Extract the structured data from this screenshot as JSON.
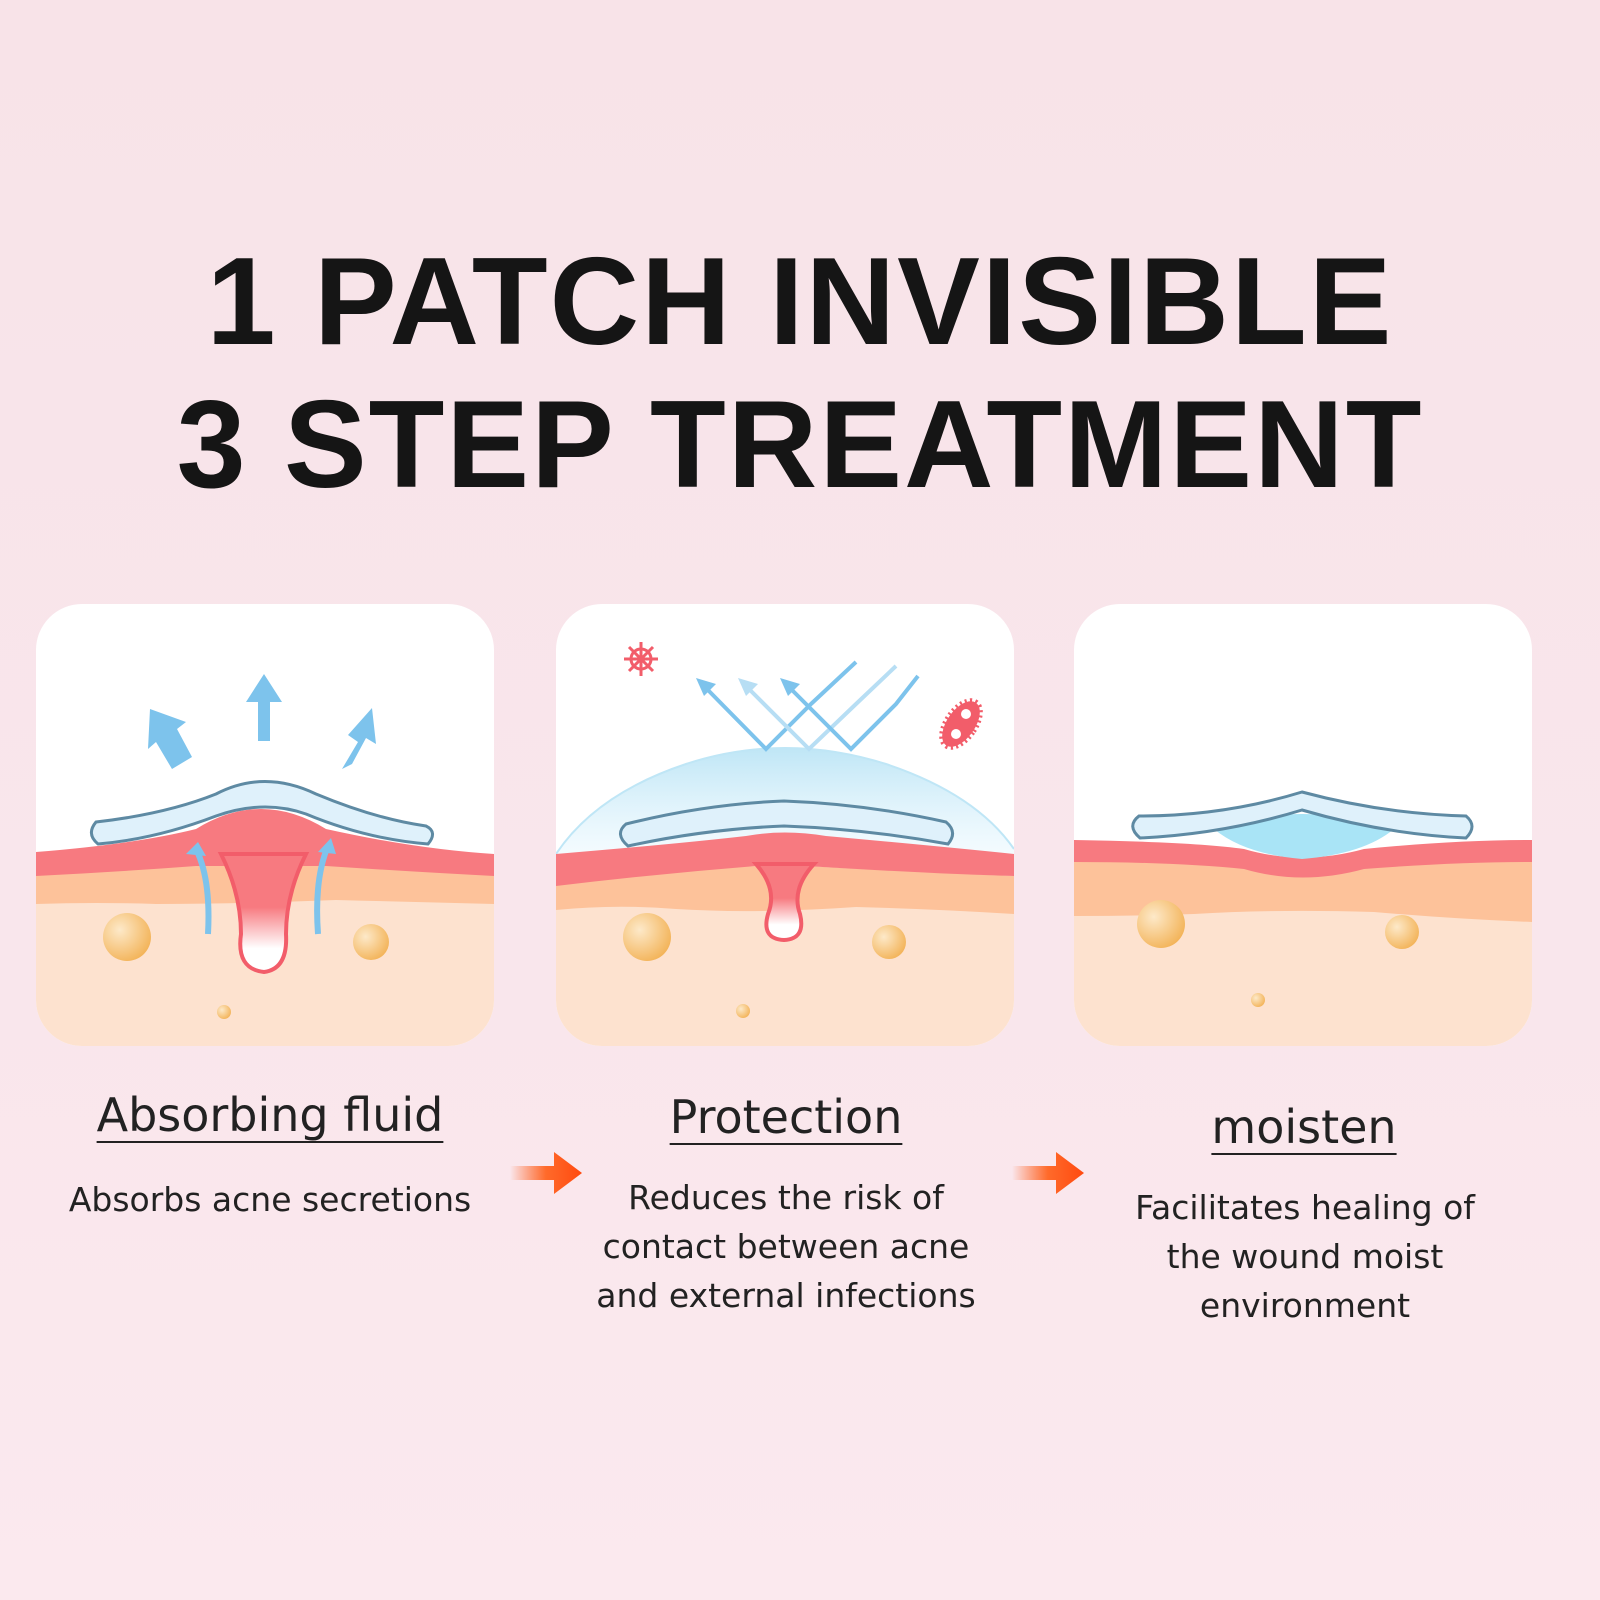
{
  "title": {
    "line1": "1 PATCH INVISIBLE",
    "line2": "3 STEP TREATMENT"
  },
  "steps": [
    {
      "label": "Absorbing fluid",
      "description": "Absorbs acne secretions",
      "icon": "absorbing-fluid-illustration"
    },
    {
      "label": "Protection",
      "description": "Reduces the risk of contact between acne and external infections",
      "icon": "protection-illustration"
    },
    {
      "label": "moisten",
      "description": "Facilitates healing of the wound moist environment",
      "icon": "moisten-illustration"
    }
  ],
  "colors": {
    "background": "#f9e4ea",
    "arrow": "#ff5a1a",
    "skin_red": "#f77a80",
    "skin_orange": "#fdc29a",
    "skin_base": "#fde2cf",
    "patch": "#dff1fb",
    "blue_arrow": "#7dc3ec"
  }
}
